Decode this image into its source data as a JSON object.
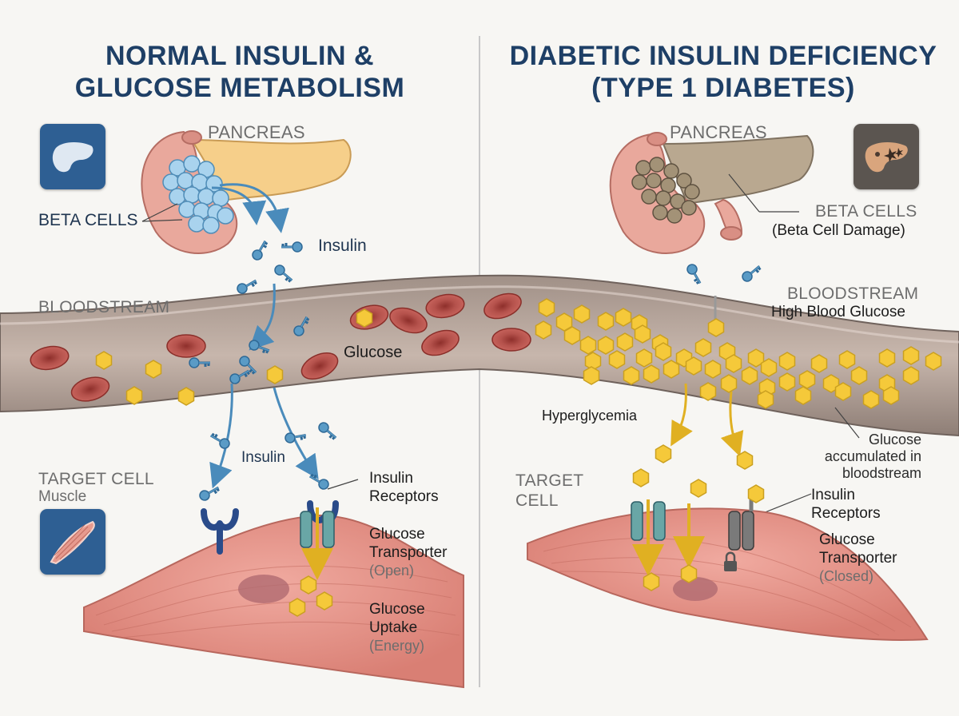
{
  "left": {
    "title_line1": "NORMAL INSULIN &",
    "title_line2": "GLUCOSE METABOLISM",
    "pancreas_label": "PANCREAS",
    "beta_cells_label": "BETA CELLS",
    "insulin_label_top": "Insulin",
    "bloodstream_label": "BLOODSTREAM",
    "glucose_label": "Glucose",
    "insulin_label_bottom": "Insulin",
    "target_cell_label": "TARGET CELL",
    "target_cell_sub": "Muscle",
    "insulin_receptors_line1": "Insulin",
    "insulin_receptors_line2": "Receptors",
    "glucose_transporter_line1": "Glucose",
    "glucose_transporter_line2": "Transporter",
    "glucose_transporter_state": "(Open)",
    "glucose_uptake_line1": "Glucose",
    "glucose_uptake_line2": "Uptake",
    "glucose_uptake_note": "(Energy)",
    "pancreas_icon": "pancreas-icon",
    "muscle_icon": "muscle-icon"
  },
  "right": {
    "title_line1": "DIABETIC INSULIN DEFICIENCY",
    "title_line2": "(TYPE 1 DIABETES)",
    "pancreas_label": "PANCREAS",
    "beta_cells_label": "BETA CELLS",
    "beta_cells_note": "(Beta Cell Damage)",
    "bloodstream_label": "BLOODSTREAM",
    "bloodstream_note": "High Blood Glucose",
    "hyperglycemia_label": "Hyperglycemia",
    "glucose_accum_line1": "Glucose",
    "glucose_accum_line2": "accumulated in",
    "glucose_accum_line3": "bloodstream",
    "target_cell_line1": "TARGET",
    "target_cell_line2": "CELL",
    "insulin_receptors_line1": "Insulin",
    "insulin_receptors_line2": "Receptors",
    "glucose_transporter_line1": "Glucose",
    "glucose_transporter_line2": "Transporter",
    "glucose_transporter_state": "(Closed)",
    "damaged_pancreas_icon": "damaged-pancreas-icon"
  },
  "colors": {
    "title": "#1e3f66",
    "vessel_wall": "#8a7a73",
    "vessel_inner": "#c2b0a6",
    "red_cell": "#b14a45",
    "glucose": "#f5c93a",
    "insulin_key": "#5a9bc6",
    "muscle": "#e6968b",
    "pancreas_healthy": "#f6cf8a",
    "pancreas_damaged": "#b2a088"
  }
}
